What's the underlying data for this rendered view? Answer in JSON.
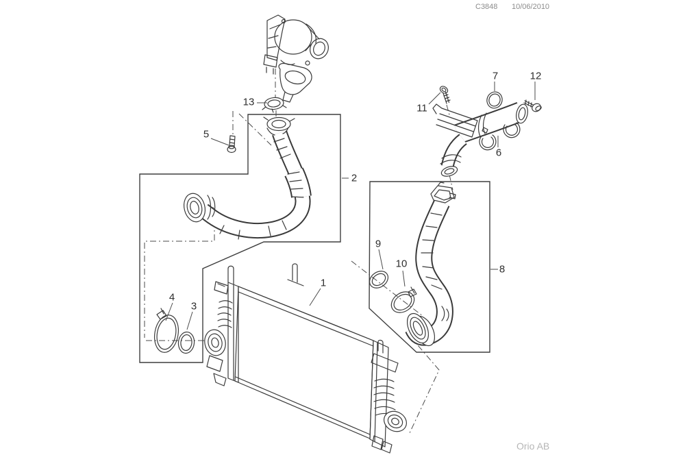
{
  "document": {
    "code": "C3848",
    "date": "10/06/2010",
    "publisher": "Orio AB"
  },
  "callouts": [
    "1",
    "2",
    "3",
    "4",
    "5",
    "6",
    "7",
    "8",
    "9",
    "10",
    "11",
    "12",
    "13"
  ],
  "colors": {
    "background": "#ffffff",
    "line_art": "#3a3a3a",
    "outline_box": "#3f3f3f",
    "guide_line": "#4a4a4a",
    "callout_text": "#2e2e2e",
    "header_text": "#8c8c8c",
    "footer_text": "#b6b6b6"
  }
}
